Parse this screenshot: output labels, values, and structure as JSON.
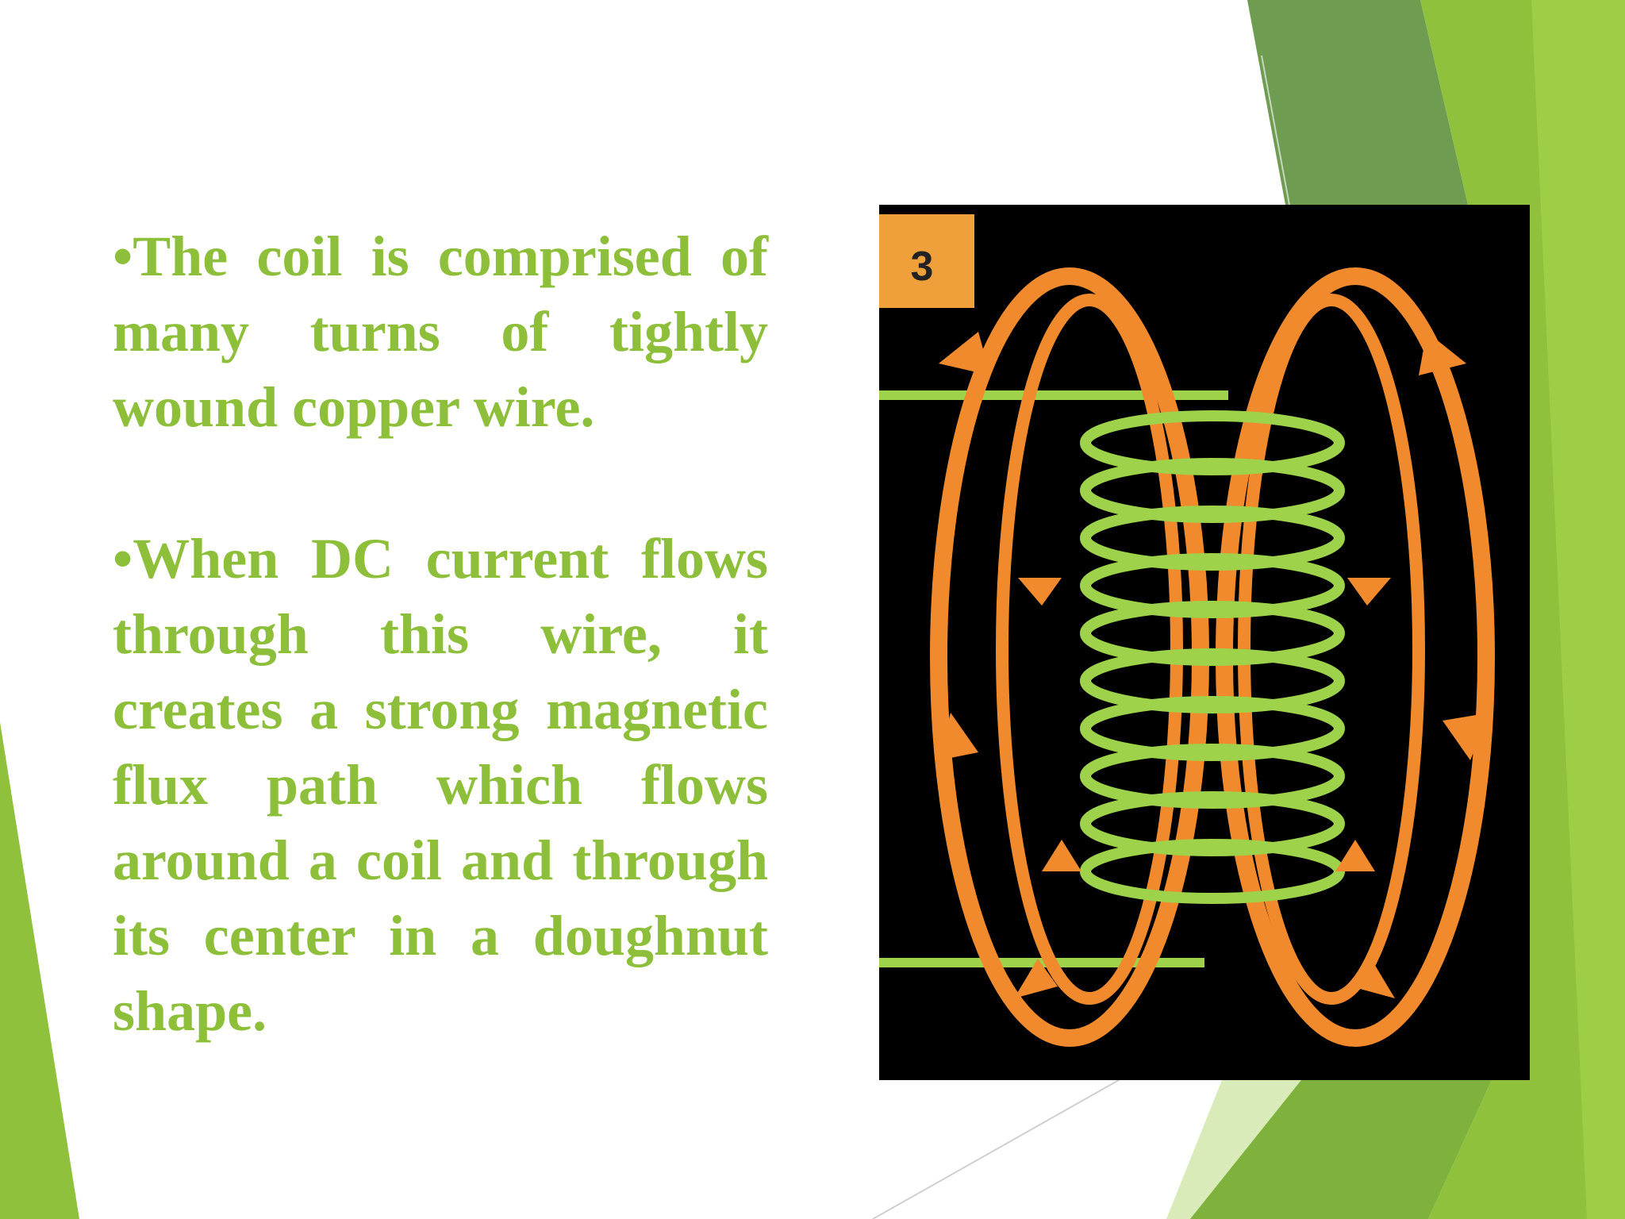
{
  "slide": {
    "paragraphs": [
      "•The coil is comprised of many turns of tightly wound copper wire.",
      "•When DC current flows through this wire, it creates a strong magnetic flux path which flows around a coil and through its center in a doughnut shape."
    ],
    "figure": {
      "badge": "3"
    }
  },
  "colors": {
    "text": "#8dbf3a",
    "coil": "#9ed24a",
    "flux": "#f08a2c",
    "figure_background": "#000000",
    "accent_dark_green": "#6e9c50",
    "accent_green": "#8fc13c"
  },
  "icons": [
    "coil-flux-diagram"
  ]
}
